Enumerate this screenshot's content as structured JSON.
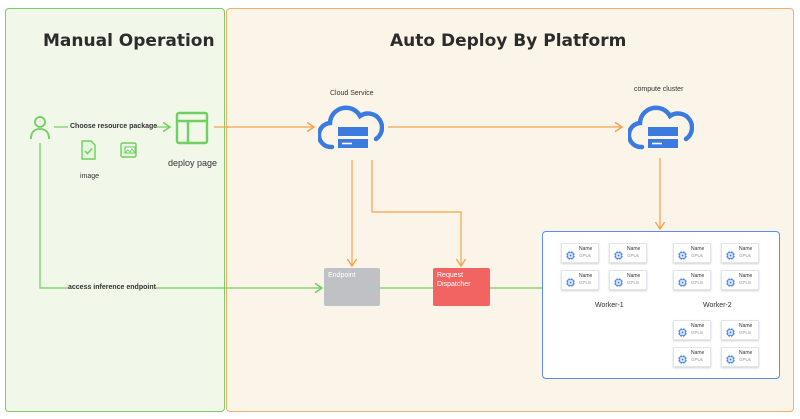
{
  "sections": {
    "manual_title": "Manual  Operation",
    "auto_title": "Auto Deploy By Platform"
  },
  "labels": {
    "choose_resource": "Choose resource package",
    "image": "image",
    "deploy_page": "deploy page",
    "cloud_service": "Cloud Service",
    "compute_cluster": "compute cluster",
    "access_endpoint": "access inference endpoint",
    "endpoint": "Endpoint",
    "dispatcher_line1": "Request",
    "dispatcher_line2": "Dispatcher",
    "worker1": "Worker-1",
    "worker2": "Worker-2"
  },
  "gpu_card": {
    "name": "Name",
    "gpus": "GPUs"
  },
  "colors": {
    "manual_border": "#7dca6a",
    "manual_bg": "#f1f7e9",
    "auto_border": "#f0b26a",
    "auto_bg": "#fbf4e8",
    "green_arrow": "#6fcf5f",
    "orange_arrow": "#f3a44c",
    "cloud_blue": "#3b7be0",
    "endpoint_gray": "#bfc1c4",
    "dispatcher_red": "#f16461",
    "worker_border": "#5b8ee8"
  },
  "icons": [
    "user-icon",
    "layout-icon",
    "document-check-icon",
    "image-file-icon",
    "cloud-service-icon",
    "compute-cluster-cloud-icon",
    "gpu-chip-icon"
  ]
}
